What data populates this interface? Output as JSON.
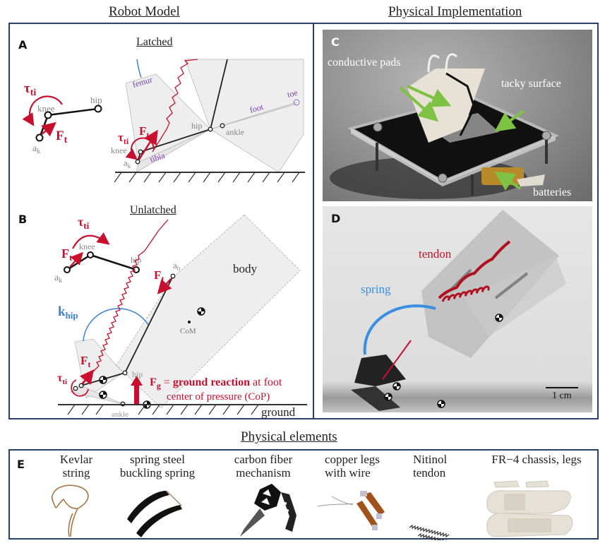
{
  "headers": {
    "robot_model": "Robot Model",
    "physical_implementation": "Physical Implementation",
    "physical_elements": "Physical elements"
  },
  "panel_a": {
    "label": "A",
    "title": "Latched",
    "small": {
      "tau": "τ",
      "tau_sub": "ti",
      "knee": "knee",
      "hip": "hip",
      "a": "a",
      "a_sub": "k",
      "F": "F",
      "F_sub": "t"
    },
    "large": {
      "femur": "femur",
      "tibia": "tibia",
      "foot": "foot",
      "toe": "toe",
      "hip": "hip",
      "ankle": "ankle",
      "knee": "knee",
      "a": "a",
      "a_sub": "k",
      "tau": "τ",
      "tau_sub": "ti",
      "F": "F",
      "F_sub": "t"
    }
  },
  "panel_b": {
    "label": "B",
    "title": "Unlatched",
    "small": {
      "tau": "τ",
      "tau_sub": "ti",
      "knee": "knee",
      "hip": "hip",
      "a": "a",
      "a_sub": "k",
      "F": "F",
      "F_sub": "t"
    },
    "large": {
      "body": "body",
      "ab": "a",
      "ab_sub": "b",
      "F": "F",
      "F_sub": "t",
      "k": "k",
      "k_sub": "hip",
      "com": "CoM",
      "hip": "hip",
      "ankle": "ankle",
      "ground": "ground",
      "tau": "τ",
      "tau_sub": "ti",
      "Fg": "F",
      "Fg_sub": "g",
      "eq": " = ",
      "ground_reaction": "ground reaction",
      "at_foot": " at foot",
      "cop": "center of pressure (CoP)"
    }
  },
  "panel_c": {
    "label": "C",
    "annotations": {
      "conductive_pads": "conductive pads",
      "tacky_surface": "tacky surface",
      "batteries": "batteries"
    }
  },
  "panel_d": {
    "label": "D",
    "annotations": {
      "tendon": "tendon",
      "spring": "spring",
      "scale": "1 cm"
    }
  },
  "panel_e": {
    "label": "E",
    "items": [
      {
        "line1": "Kevlar",
        "line2": "string"
      },
      {
        "line1": "spring steel",
        "line2": "buckling spring"
      },
      {
        "line1": "carbon fiber",
        "line2": "mechanism"
      },
      {
        "line1": "copper legs",
        "line2": "with wire"
      },
      {
        "line1": "Nitinol",
        "line2": "tendon"
      },
      {
        "line1": "FR−4 chassis, legs",
        "line2": ""
      }
    ]
  },
  "colors": {
    "frame": "#2a3f6a",
    "force_red": "#c8102e",
    "spring_blue": "#3b82d0",
    "part_purple": "#7a3fb0",
    "joint_gray": "#888888",
    "arrow_green": "#7dc242"
  }
}
